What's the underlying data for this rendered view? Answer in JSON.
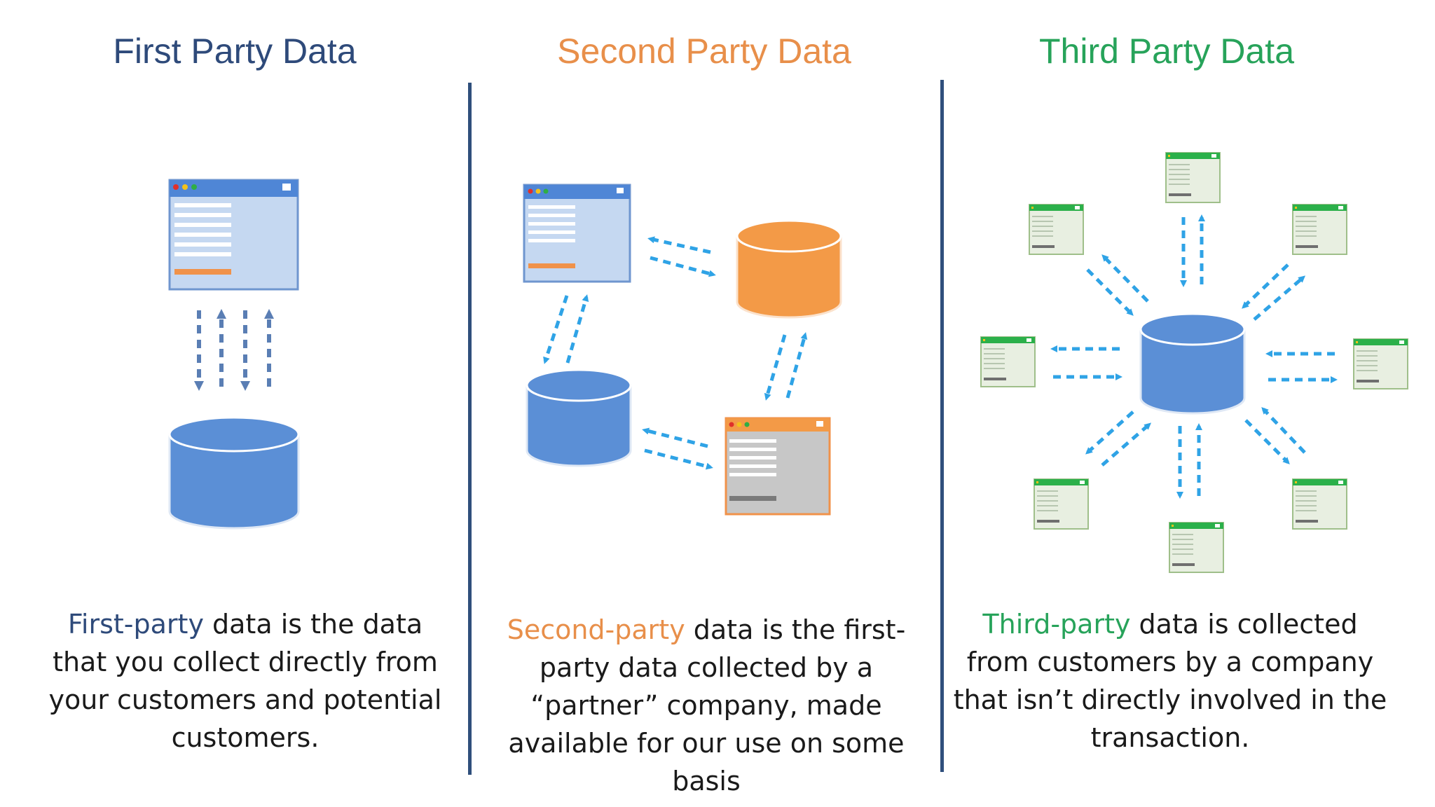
{
  "columns": [
    {
      "title": "First Party Data",
      "accent": "#2e4a7a",
      "highlight": "First-party",
      "text": " data is the data that you collect directly from your customers and potential customers."
    },
    {
      "title": "Second Party Data",
      "accent": "#e88f4a",
      "highlight": "Second-party",
      "text": " data is the first-party data collected by a “partner” company, made available for our use on some basis"
    },
    {
      "title": "Third Party Data",
      "accent": "#27a35a",
      "highlight": "Third-party",
      "text": " data is collected from customers by a company that isn’t directly involved in the transaction."
    }
  ],
  "colors": {
    "divider": "#2f4f7c",
    "database_blue": "#5b8fd6",
    "database_orange": "#f39a47",
    "arrow_blue": "#2fa3e6",
    "arrow_slate": "#5a7eb4",
    "window_green": "#2bb04a"
  },
  "icons": [
    "browser-window-icon",
    "database-icon",
    "dashed-arrow-icon"
  ]
}
